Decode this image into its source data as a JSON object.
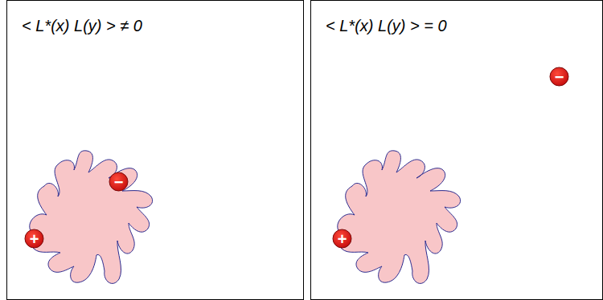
{
  "diagram": {
    "nodes": [
      {
        "text": [
          "< L*(x) L(y) > ≠ 0"
        ]
      },
      {
        "text": [
          "−"
        ],
        "in": 0
      },
      {
        "text": [
          "+"
        ],
        "in": 0
      },
      {
        "text": [
          "< L*(x) L(y) > = 0"
        ]
      },
      {
        "text": [
          "−"
        ],
        "in": 3
      },
      {
        "text": [
          "+"
        ],
        "in": 3
      }
    ]
  }
}
